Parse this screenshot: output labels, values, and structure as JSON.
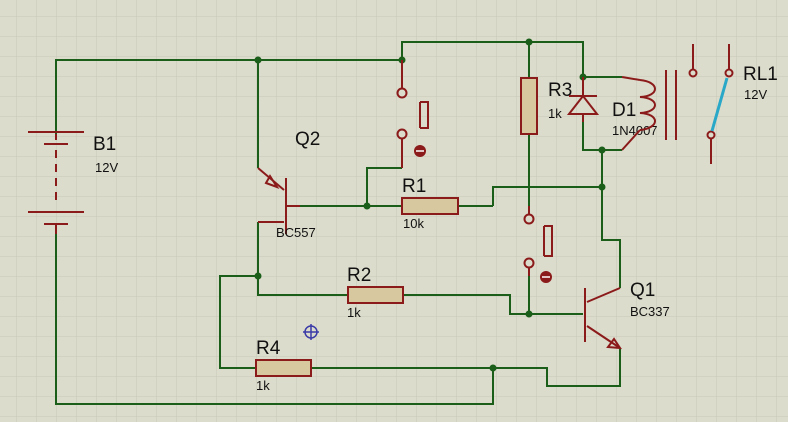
{
  "colors": {
    "background": "#dcdccc",
    "grid": "#c8c8b8",
    "wire": "#1a5e1a",
    "component": "#8b1a1a",
    "component_fill": "#d8c8a0",
    "contact": "#2aa8c8",
    "marker": "#3a3aa8"
  },
  "components": {
    "b1": {
      "ref": "B1",
      "value": "12V"
    },
    "q2": {
      "ref": "Q2",
      "value": "BC557"
    },
    "r1": {
      "ref": "R1",
      "value": "10k"
    },
    "r2": {
      "ref": "R2",
      "value": "1k"
    },
    "r3": {
      "ref": "R3",
      "value": "1k"
    },
    "r4": {
      "ref": "R4",
      "value": "1k"
    },
    "d1": {
      "ref": "D1",
      "value": "1N4007"
    },
    "q1": {
      "ref": "Q1",
      "value": "BC337"
    },
    "rl1": {
      "ref": "RL1",
      "value": "12V"
    }
  }
}
